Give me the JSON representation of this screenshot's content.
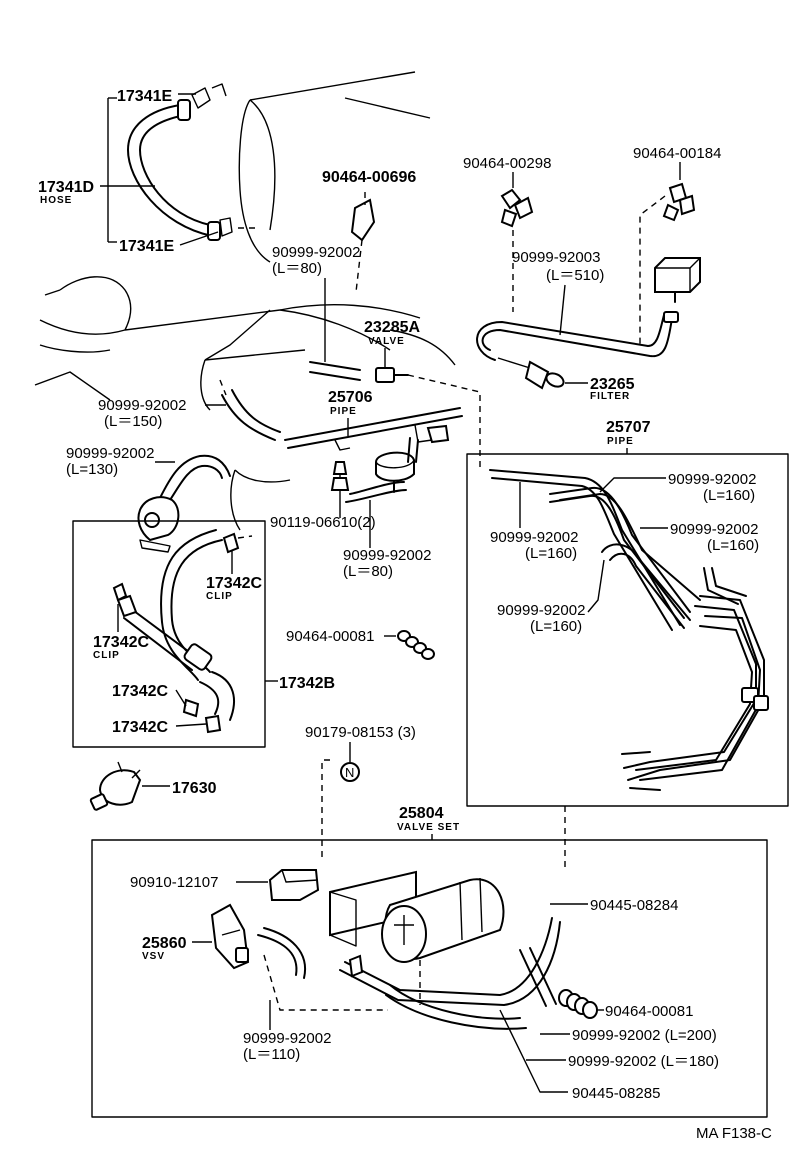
{
  "labels": {
    "hose_17341e_top": "17341E",
    "hose_17341d": "17341D",
    "hose_caption": "HOSE",
    "hose_17341e_bottom": "17341E",
    "part_90464_00696": "90464-00696",
    "part_90999_92002_l80_top": "90999-92002",
    "len_l80_top": "(L＝80)",
    "part_90464_00298": "90464-00298",
    "part_90464_00184": "90464-00184",
    "part_90999_92003": "90999-92003",
    "len_l510": "(L＝510)",
    "valve_23285a": "23285A",
    "valve_caption": "VALVE",
    "filter_23265": "23265",
    "filter_caption": "FILTER",
    "part_90999_92002_l150": "90999-92002",
    "len_l150": "(L＝150)",
    "pipe_25706": "25706",
    "pipe_caption_left": "PIPE",
    "pipe_25707": "25707",
    "pipe_caption_right": "PIPE",
    "part_90999_92002_l130": "90999-92002",
    "len_l130": "(L=130)",
    "part_90119_06610": "90119-06610(2)",
    "part_90999_92002_l80_mid": "90999-92002",
    "len_l80_mid": "(L＝80)",
    "part_90999_92002_l160_a": "90999-92002",
    "len_l160_a": "(L=160)",
    "part_90999_92002_l160_b": "90999-92002",
    "len_l160_b": "(L=160)",
    "part_90999_92002_l160_c": "90999-92002",
    "len_l160_c": "(L=160)",
    "part_90999_92002_l160_d": "90999-92002",
    "len_l160_d": "(L=160)",
    "clip_17342c_a": "17342C",
    "clip_caption_a": "CLIP",
    "clip_17342c_b": "17342C",
    "clip_caption_b": "CLIP",
    "part_90464_00081_mid": "90464-00081",
    "hose_17342b": "17342B",
    "clip_17342c_c": "17342C",
    "clip_17342c_d": "17342C",
    "part_90179_08153": "90179-08153 (3)",
    "part_17630": "17630",
    "valve_set_25804": "25804",
    "valve_set_caption": "VALVE SET",
    "part_90910_12107": "90910-12107",
    "part_90445_08284": "90445-08284",
    "vsv_25860": "25860",
    "vsv_caption": "VSV",
    "part_90464_00081_low": "90464-00081",
    "part_90999_92002_l200": "90999-92002 (L=200)",
    "part_90999_92002_l180": "90999-92002  (L＝180)",
    "part_90999_92002_l110": "90999-92002",
    "len_l110": "(L＝110)",
    "part_90445_08285": "90445-08285",
    "nut_marker": "N",
    "figure_code": "MA F138-C"
  },
  "icons": [
    "nut-icon",
    "vsv-icon",
    "canister-icon",
    "filter-icon",
    "valve-icon",
    "sensor-icon",
    "clip-icon"
  ]
}
